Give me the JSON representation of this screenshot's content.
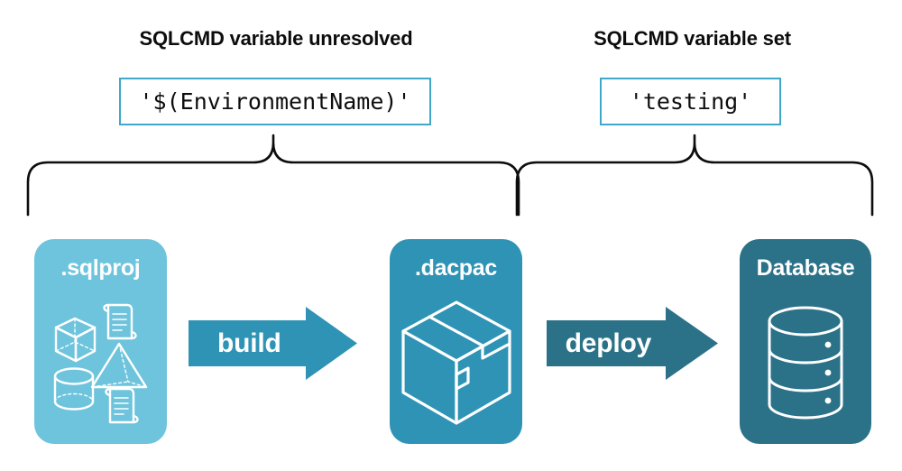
{
  "headings": {
    "left": "SQLCMD variable unresolved",
    "right": "SQLCMD variable set"
  },
  "value_boxes": {
    "left": "'$(EnvironmentName)'",
    "right": "'testing'"
  },
  "artifacts": [
    {
      "label": ".sqlproj",
      "color": "#6ec4dc",
      "icons": [
        "cube-icon",
        "pyramid-icon",
        "cylinder-icon",
        "script-scroll-icon",
        "script-scroll-icon"
      ]
    },
    {
      "label": ".dacpac",
      "color": "#2e93b5",
      "icons": [
        "package-box-icon"
      ]
    },
    {
      "label": "Database",
      "color": "#2b7288",
      "icons": [
        "database-cylinder-icon"
      ]
    }
  ],
  "arrows": [
    {
      "label": "build",
      "color": "#2e93b5"
    },
    {
      "label": "deploy",
      "color": "#2b7288"
    }
  ],
  "braces": {
    "left_name": "brace-left",
    "right_name": "brace-right",
    "color": "#0d0d0d"
  },
  "colors": {
    "box_border": "#3fa8c9",
    "background": "#ffffff",
    "text": "#0d0d0d",
    "light_blue": "#6ec4dc",
    "mid_teal": "#2e93b5",
    "dark_teal": "#2b7288"
  }
}
